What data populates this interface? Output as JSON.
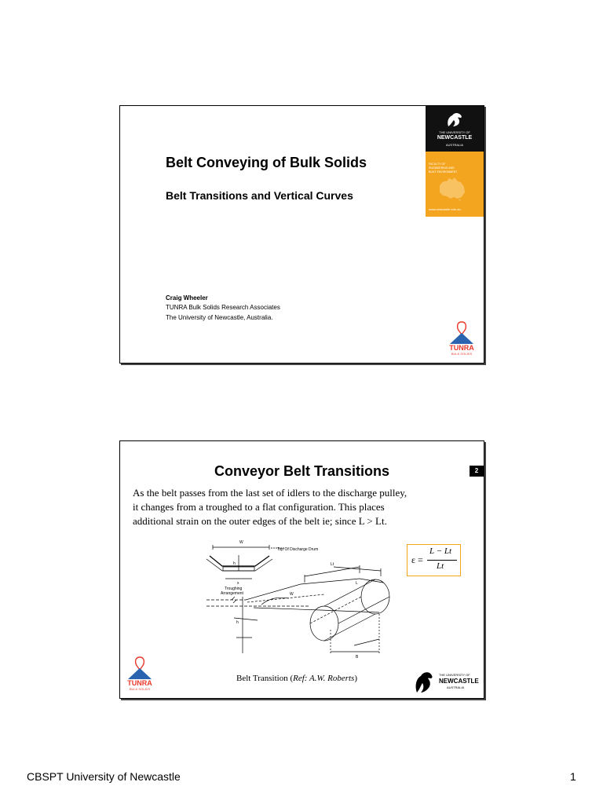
{
  "slide1": {
    "title": "Belt Conveying of Bulk Solids",
    "subtitle": "Belt Transitions and Vertical Curves",
    "author": "Craig Wheeler",
    "affiliation_lines": [
      "TUNRA Bulk Solids Research Associates",
      "The University of Newcastle, Australia."
    ],
    "university_logo": {
      "the_university_of": "THE UNIVERSITY OF",
      "name": "NEWCASTLE",
      "country": "AUSTRALIA",
      "faculty_lines": [
        "FACULTY OF",
        "ENGINEERING AND",
        "BUILT ENVIRONMENT"
      ],
      "url": "www.newcastle.edu.au"
    },
    "tunra_logo": {
      "word": "TUNRA",
      "sub": "BULK SOLIDS"
    }
  },
  "slide2": {
    "title": "Conveyor Belt Transitions",
    "slide_number": "2",
    "body_lines": [
      "As the belt passes from the last set of idlers to the discharge pulley,",
      "it changes from a troughed to a flat configuration. This places",
      "additional strain on the outer edges of the belt ie; since L > Lt."
    ],
    "formula": {
      "lhs": "ε =",
      "numerator": "L − Lt",
      "denominator": "Lt"
    },
    "diagram_labels": {
      "top_of_drum": "Top Of Discharge Drum",
      "troughing": "Troughing",
      "arrangement": "Arrangement",
      "w": "W",
      "lt": "Lt",
      "l": "L",
      "h": "h",
      "x": "x",
      "b": "B"
    },
    "caption_prefix": "Belt Transition (",
    "caption_ref": "Ref: A.W. Roberts",
    "caption_suffix": ")",
    "university_logo": {
      "the_university_of": "THE UNIVERSITY OF",
      "name": "NEWCASTLE",
      "country": "AUSTRALIA"
    },
    "tunra_logo": {
      "word": "TUNRA",
      "sub": "BULK SOLIDS"
    }
  },
  "footer": {
    "left": "CBSPT University of Newcastle",
    "page": "1"
  },
  "colors": {
    "orange": "#f4a51f",
    "tunra_red": "#e8382b",
    "tunra_blue": "#2a63b0",
    "black": "#111111"
  }
}
